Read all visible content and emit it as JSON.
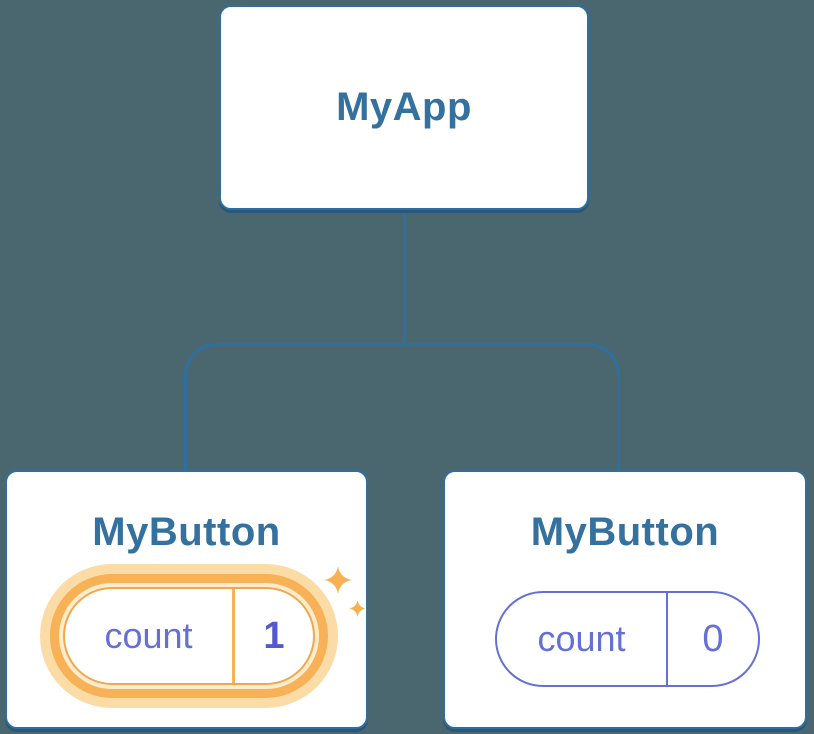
{
  "diagram": {
    "type": "component-tree",
    "root": {
      "label": "MyApp"
    },
    "children": [
      {
        "label": "MyButton",
        "state": {
          "name": "count",
          "value": "1"
        },
        "highlighted": true,
        "decorations": [
          "sparkle-icon-large",
          "sparkle-icon-small"
        ]
      },
      {
        "label": "MyButton",
        "state": {
          "name": "count",
          "value": "0"
        },
        "highlighted": false,
        "decorations": []
      }
    ]
  },
  "colors": {
    "background": "#4a676f",
    "line": "#2f6f9f",
    "node_text": "#35719f",
    "node_bg": "#ffffff",
    "state_indigo": "#6470d6",
    "state_indigo_bold": "#5558cf",
    "highlight_orange": "#f7b156",
    "highlight_orange_deep": "#f1a74e",
    "highlight_glow": "#fbdca6",
    "highlight_gap": "#fdeccb",
    "sparkle": "#f6b152"
  }
}
